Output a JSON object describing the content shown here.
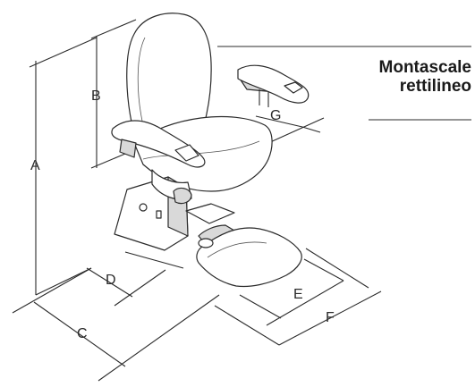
{
  "title": {
    "line1": "Montascale",
    "line2": "rettilineo"
  },
  "dimensions": {
    "A": "A",
    "B": "B",
    "C": "C",
    "D": "D",
    "E": "E",
    "F": "F",
    "G": "G"
  },
  "colors": {
    "line": "#2b2b2b",
    "shadow": "#d9d9d9",
    "background": "#ffffff"
  }
}
